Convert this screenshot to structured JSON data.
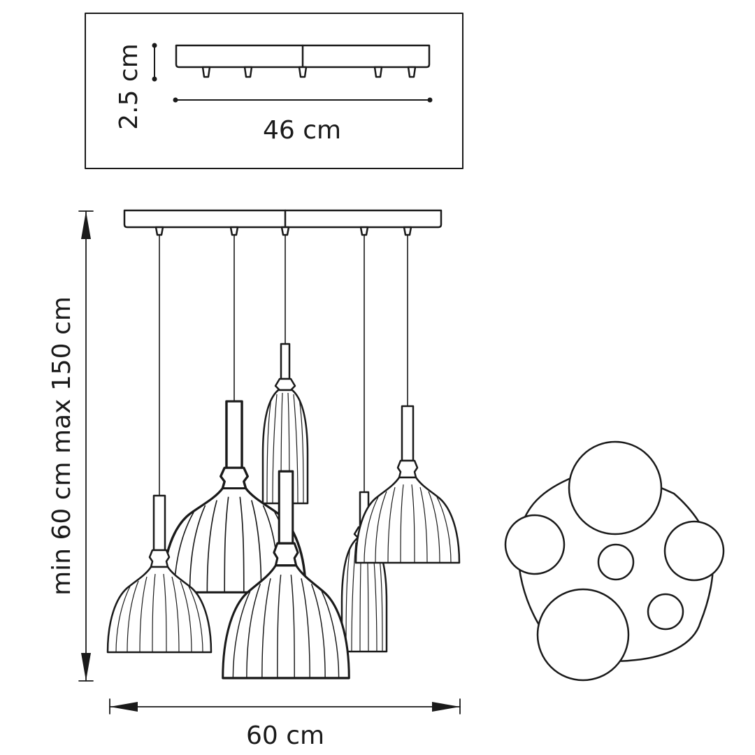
{
  "dimensions": {
    "canopy_height": "2.5 cm",
    "canopy_length": "46 cm",
    "drop_range": "min 60 cm max 150 cm",
    "overall_width": "60 cm"
  },
  "colors": {
    "line": "#1a1a1a",
    "background": "#ffffff"
  }
}
